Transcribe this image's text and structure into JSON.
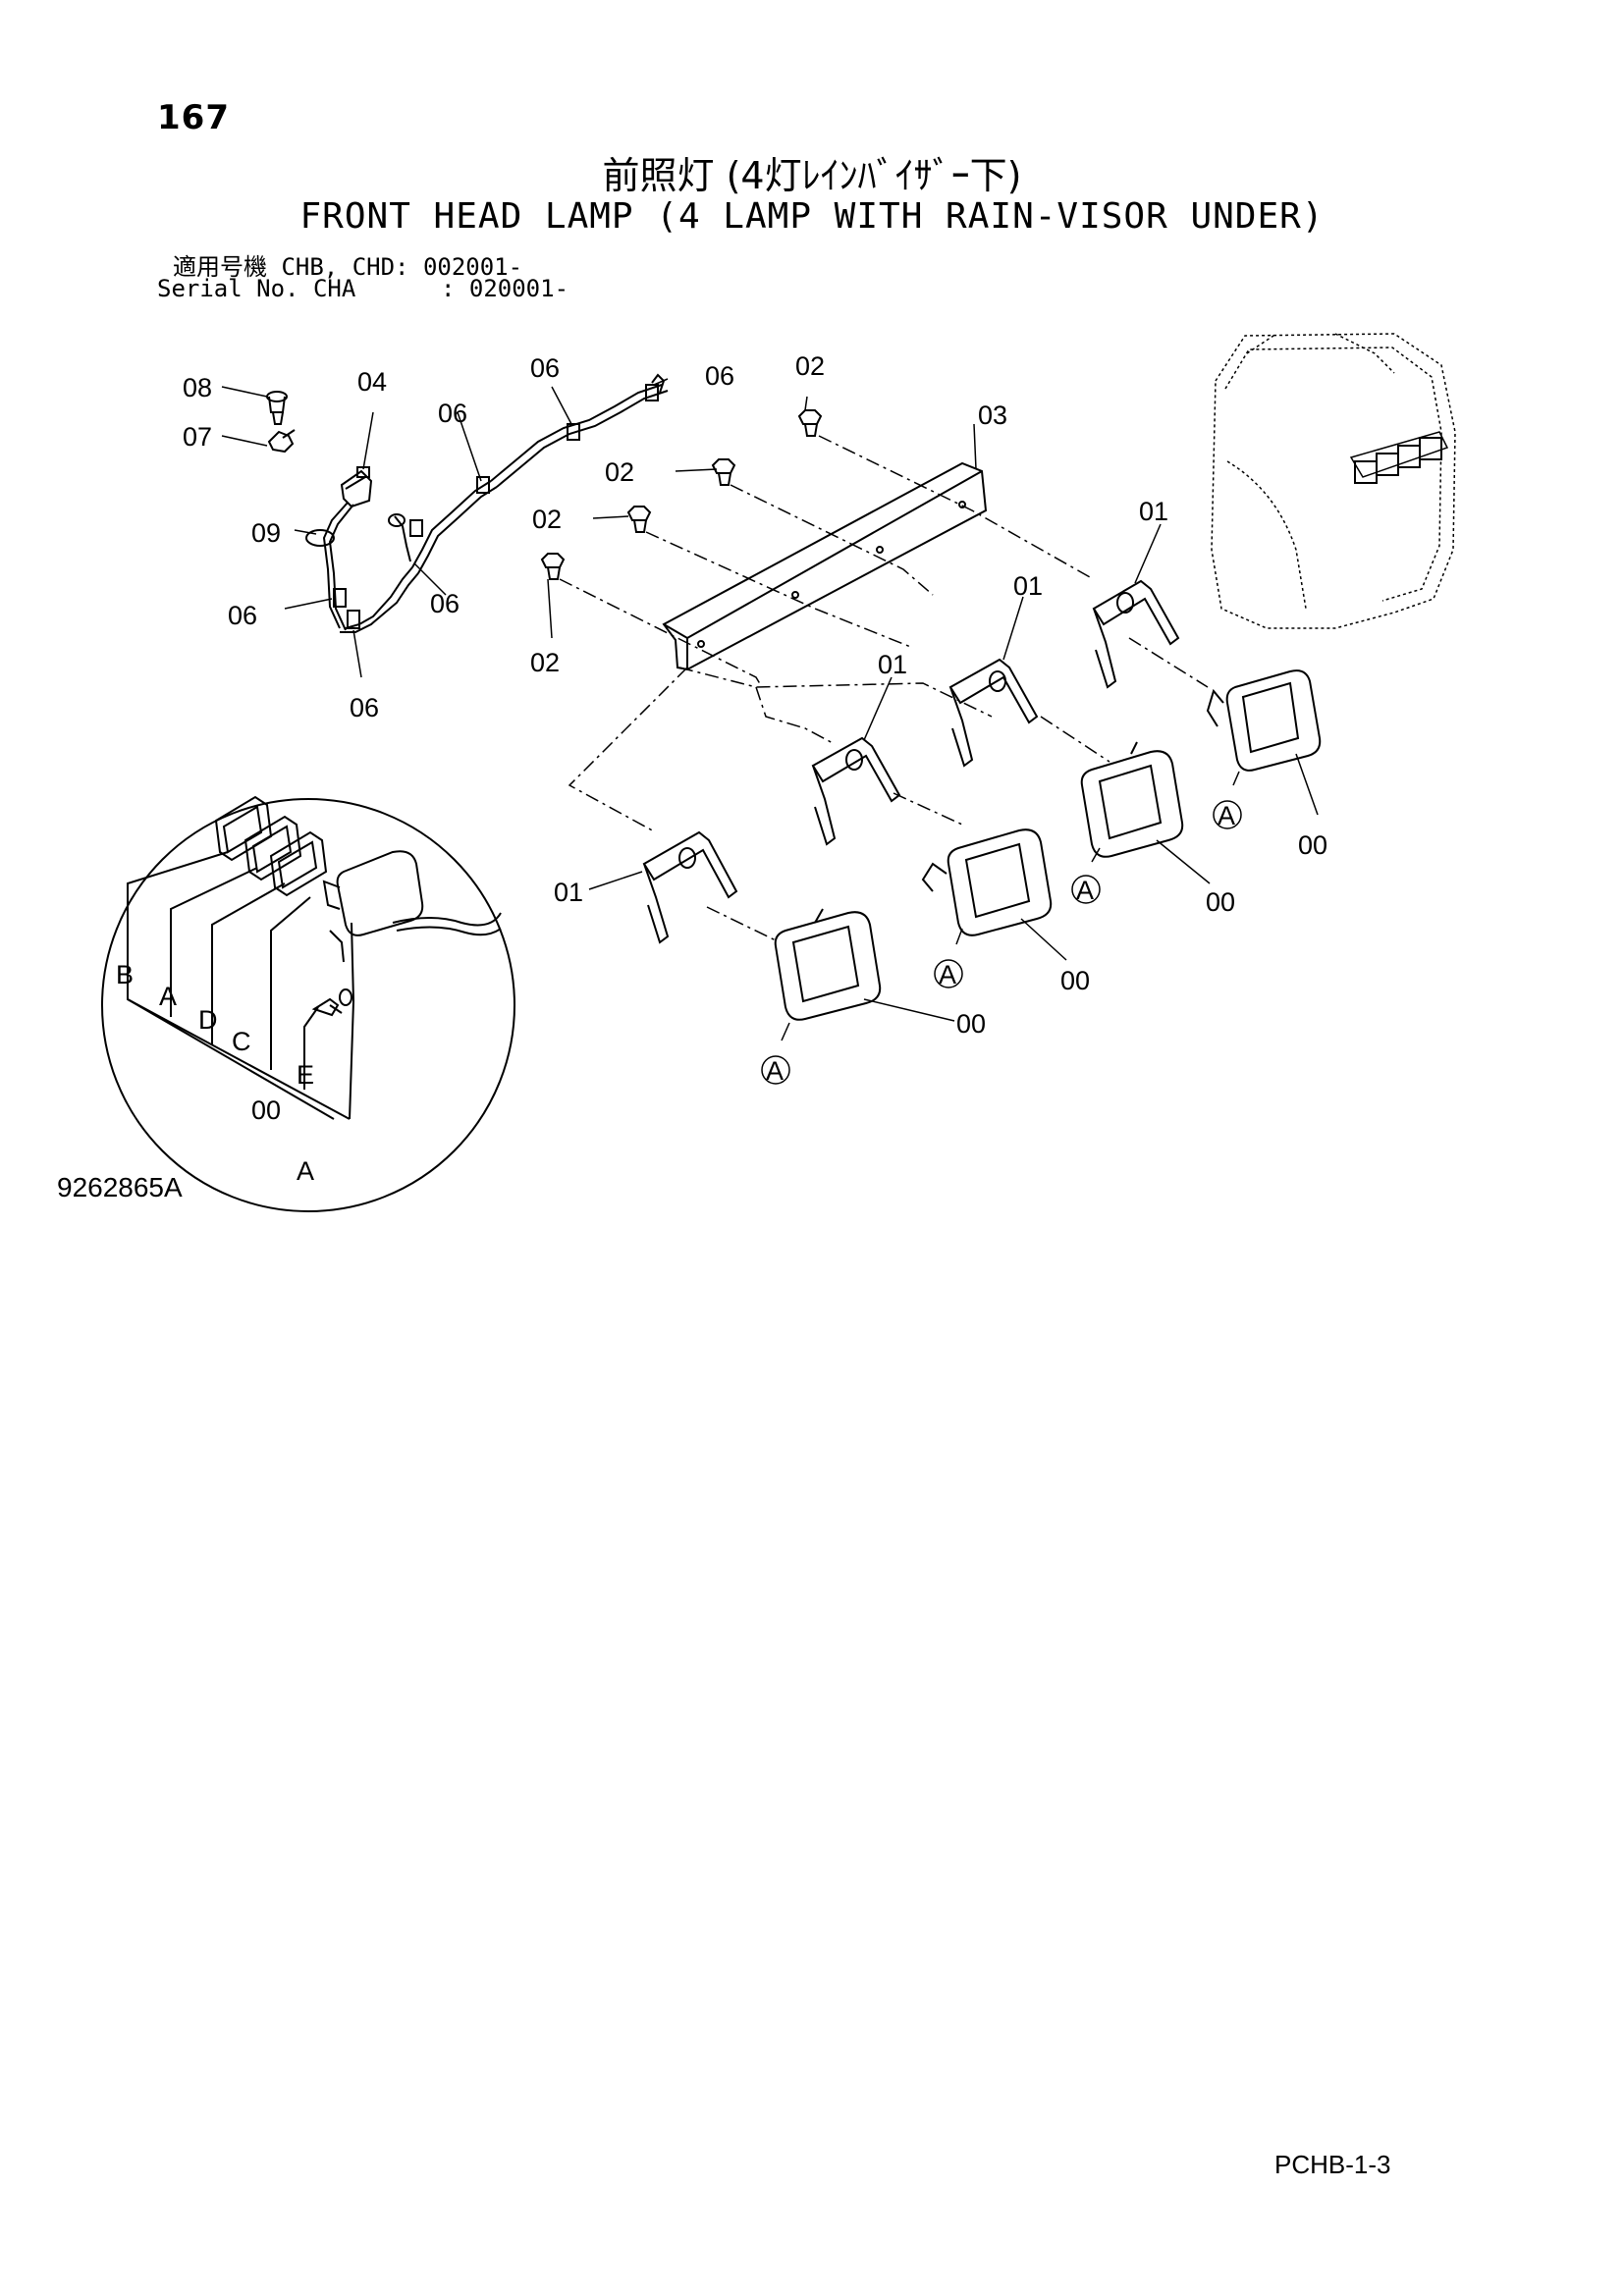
{
  "header": {
    "page_number": "167",
    "title_ja": "前照灯 (4灯ﾚｲﾝﾊﾞｲｻﾞｰ下)",
    "title_en": "FRONT HEAD LAMP (4 LAMP WITH RAIN-VISOR UNDER)",
    "serial_line_1": "適用号機 CHB, CHD: 002001-",
    "serial_line_2": "Serial No. CHA      : 020001-"
  },
  "callouts": {
    "c00": "00",
    "c01": "01",
    "c02": "02",
    "c03": "03",
    "c04": "04",
    "c06": "06",
    "c07": "07",
    "c08": "08",
    "c09": "09"
  },
  "detail_labels": {
    "A": "A",
    "B": "B",
    "C": "C",
    "D": "D",
    "E": "E"
  },
  "footer": {
    "drawing_number": "9262865A",
    "page_code": "PCHB-1-3"
  }
}
